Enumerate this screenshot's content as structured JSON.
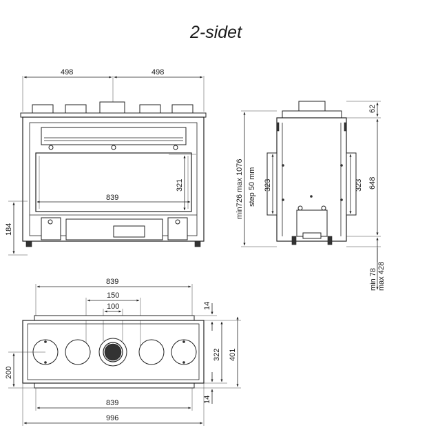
{
  "title": "2-sidet",
  "front_view": {
    "width_left": "498",
    "width_right": "498",
    "opening_width": "839",
    "opening_height": "321",
    "base_height": "184"
  },
  "side_view": {
    "top_height": "62",
    "total_height": "min726 max 1076",
    "step": "step 50 mm",
    "panel_left": "323",
    "panel_right": "323",
    "body_height": "648",
    "leg_adjust": "min 78\nmax 428",
    "leg_min": "min 78",
    "leg_max": "max 428"
  },
  "top_view": {
    "top_width": "839",
    "outer_duct": "150",
    "inner_duct": "100",
    "margin_top": "14",
    "depth_inner": "322",
    "depth_outer": "401",
    "left_offset": "200",
    "bottom_width": "839",
    "margin_bottom": "14",
    "total_width": "996"
  }
}
